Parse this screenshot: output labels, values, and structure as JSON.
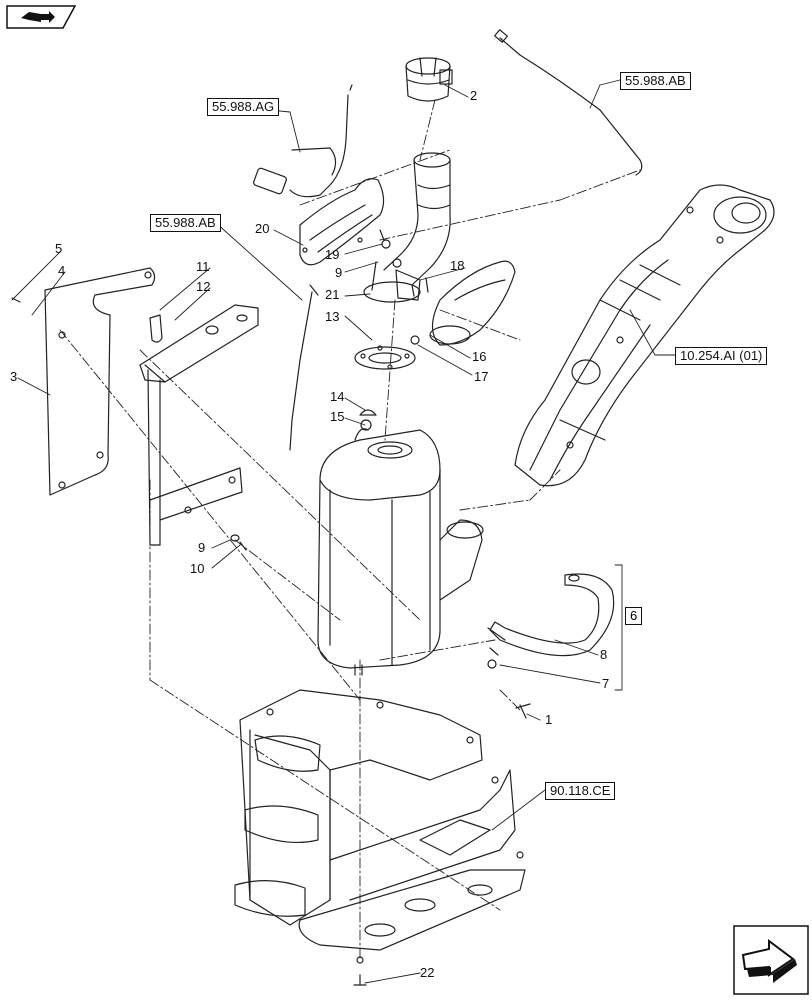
{
  "references": {
    "r1": "55.988.AG",
    "r2": "55.988.AB",
    "r3": "55.988.AB",
    "r4": "10.254.AI (01)",
    "r5": "90.118.CE"
  },
  "callouts": {
    "c1": "1",
    "c2": "2",
    "c3": "3",
    "c4": "4",
    "c5": "5",
    "c6": "6",
    "c7": "7",
    "c8": "8",
    "c9a": "9",
    "c9b": "9",
    "c10": "10",
    "c11": "11",
    "c12": "12",
    "c13": "13",
    "c14": "14",
    "c15": "15",
    "c16": "16",
    "c17": "17",
    "c18": "18",
    "c19": "19",
    "c20": "20",
    "c21": "21",
    "c22": "22"
  },
  "icons": {
    "top_left": "book-arrow-icon",
    "bottom_right": "next-page-arrow-icon"
  }
}
